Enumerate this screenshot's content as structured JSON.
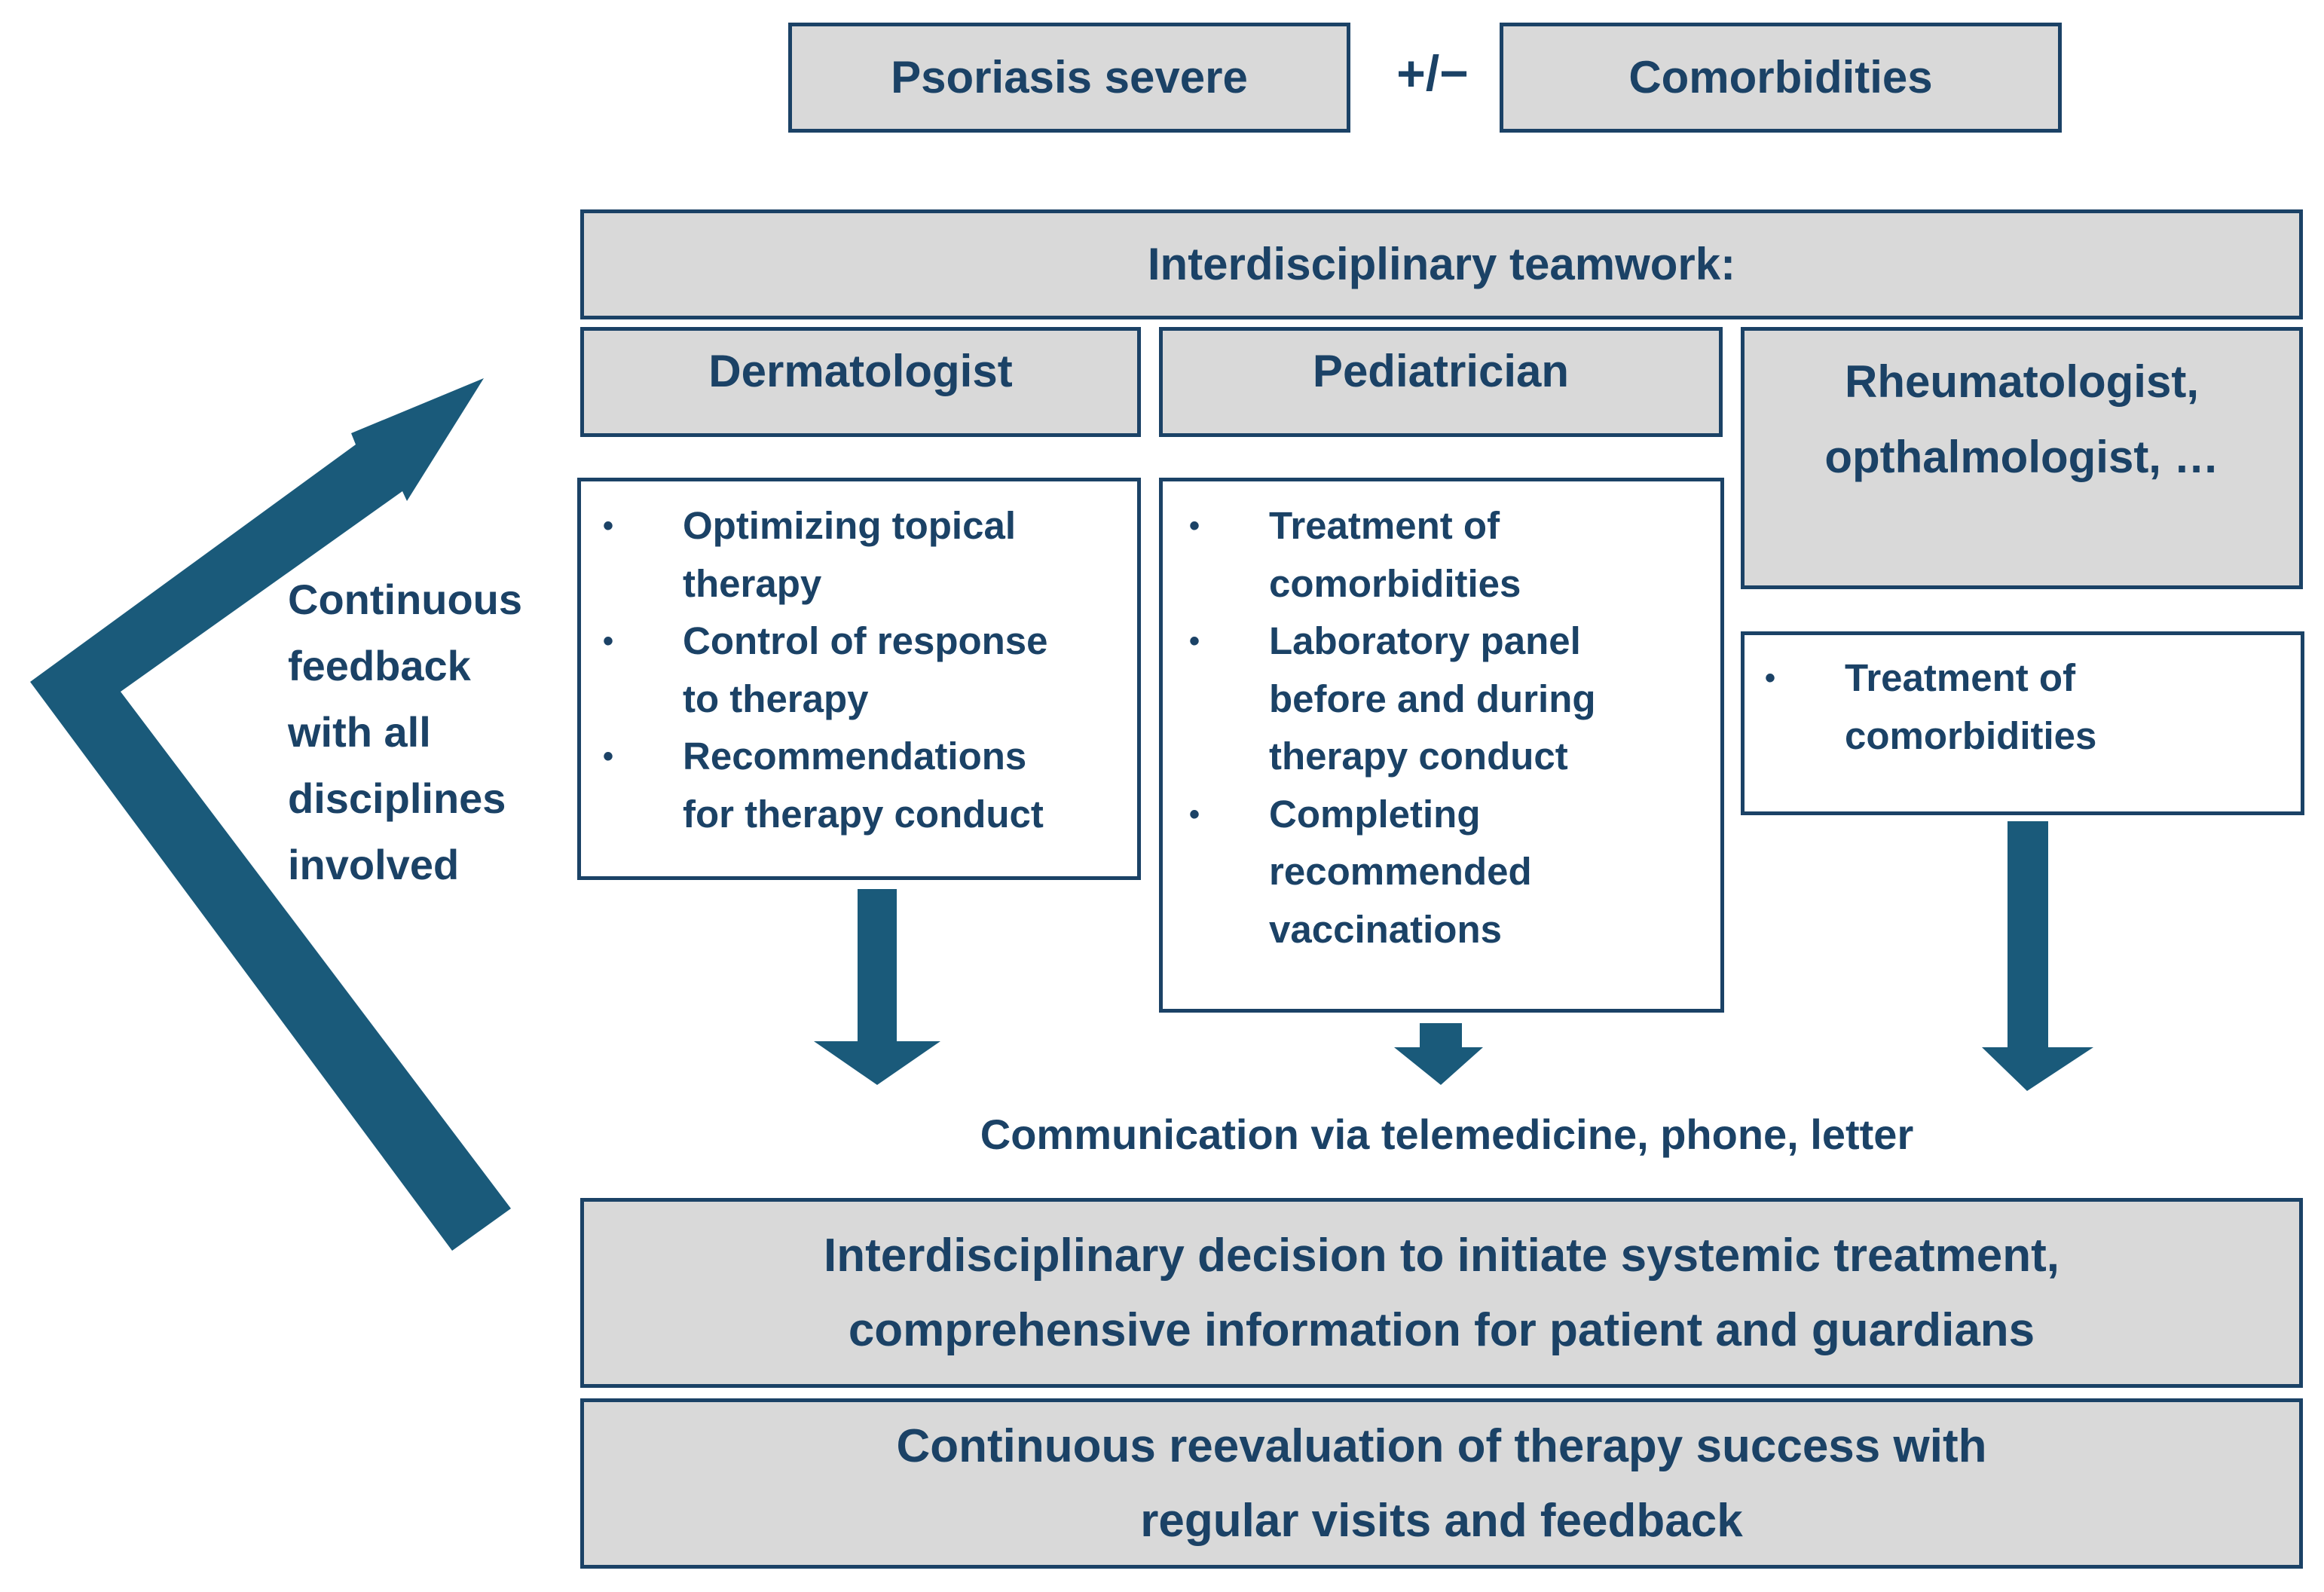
{
  "top": {
    "left_box": "Psoriasis severe",
    "connector": "+/−",
    "right_box": "Comorbidities"
  },
  "team": {
    "header": "Interdisciplinary teamwork:",
    "columns": [
      {
        "title": "Dermatologist",
        "items": [
          [
            "Optimizing topical",
            "therapy"
          ],
          [
            "Control of response",
            "to therapy"
          ],
          [
            "Recommendations",
            "for therapy conduct"
          ]
        ]
      },
      {
        "title": "Pediatrician",
        "items": [
          [
            "Treatment of",
            "comorbidities"
          ],
          [
            "Laboratory panel",
            "before and during",
            "therapy conduct"
          ],
          [
            "Completing",
            "recommended",
            "vaccinations"
          ]
        ]
      },
      {
        "title_lines": [
          "Rheumatologist,",
          "opthalmologist, …"
        ],
        "items": [
          [
            "Treatment of",
            "comorbidities"
          ]
        ]
      }
    ]
  },
  "feedback_lines": [
    "Continuous",
    "feedback",
    "with all",
    "disciplines",
    "involved"
  ],
  "communication": "Communication via telemedicine, phone, letter",
  "decision_lines": [
    "Interdisciplinary decision to initiate systemic treatment,",
    "comprehensive information for patient and guardians"
  ],
  "reevaluation_lines": [
    "Continuous reevaluation of therapy success with",
    "regular visits and feedback"
  ],
  "colors": {
    "navy_text": "#1b4266",
    "arrow_fill": "#1a5a7a",
    "box_fill": "#d9d9d9"
  }
}
